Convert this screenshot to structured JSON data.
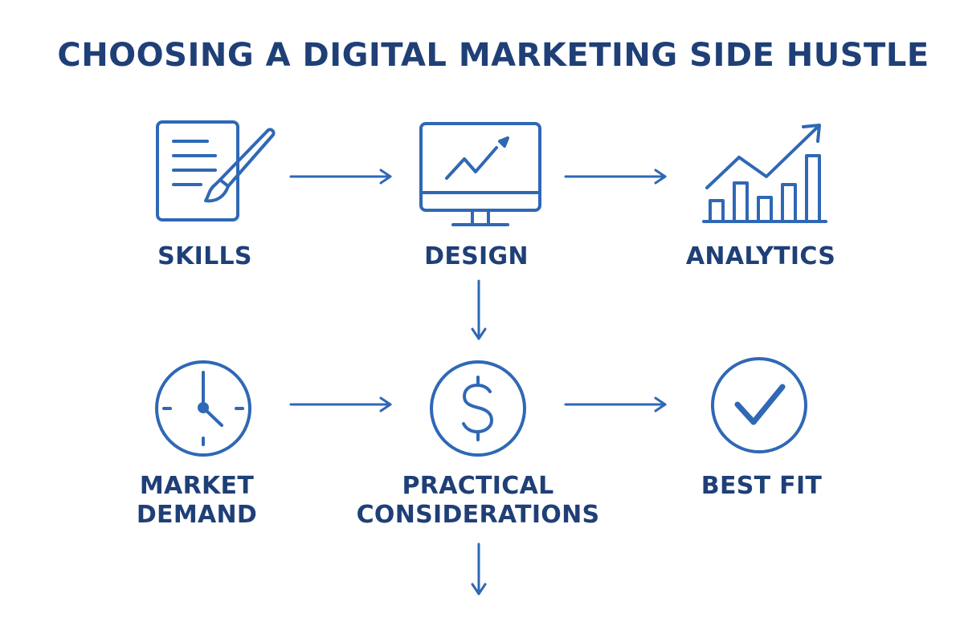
{
  "title": "CHOOSING A DIGITAL MARKETING SIDE HUSTLE",
  "colors": {
    "heading": "#1f3f77",
    "icon_stroke": "#2f68b5"
  },
  "nodes": [
    {
      "id": "skills",
      "label": "SKILLS",
      "icon": "document-paintbrush-icon"
    },
    {
      "id": "design",
      "label": "DESIGN",
      "icon": "monitor-trend-icon"
    },
    {
      "id": "analytics",
      "label": "ANALYTICS",
      "icon": "bar-chart-trend-icon"
    },
    {
      "id": "market-demand",
      "label": "MARKET\nDEMAND",
      "icon": "clock-icon"
    },
    {
      "id": "practical-considerations",
      "label": "PRACTICAL\nCONSIDERATIONS",
      "icon": "dollar-circle-icon"
    },
    {
      "id": "best-fit",
      "label": "BEST FIT",
      "icon": "checkmark-circle-icon"
    }
  ],
  "edges": [
    {
      "from": "skills",
      "to": "design"
    },
    {
      "from": "design",
      "to": "analytics"
    },
    {
      "from": "design",
      "to": "practical-considerations"
    },
    {
      "from": "market-demand",
      "to": "practical-considerations"
    },
    {
      "from": "practical-considerations",
      "to": "best-fit"
    },
    {
      "from": "practical-considerations",
      "to": ""
    }
  ]
}
